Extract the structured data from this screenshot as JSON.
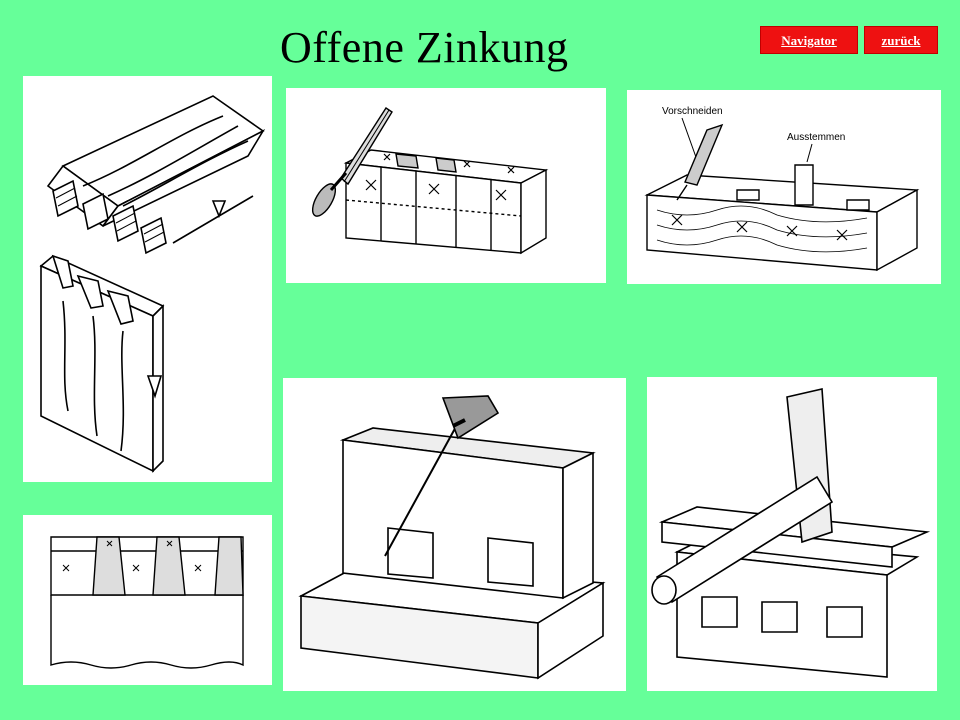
{
  "page": {
    "title": "Offene Zinkung",
    "background": "#66ff99"
  },
  "nav": {
    "navigator_label": "Navigator",
    "back_label": "zurück",
    "button_color": "#ee1111"
  },
  "illustrations": [
    {
      "name": "pin-board-and-tail-board-drawing"
    },
    {
      "name": "sawing-along-marks-drawing"
    },
    {
      "name": "pre-cutting-and-chiseling-drawing",
      "labels": [
        "Vorschneiden",
        "Ausstemmen"
      ]
    },
    {
      "name": "marked-tails-drawing"
    },
    {
      "name": "coping-saw-cutting-drawing"
    },
    {
      "name": "hammer-assembly-drawing"
    }
  ]
}
